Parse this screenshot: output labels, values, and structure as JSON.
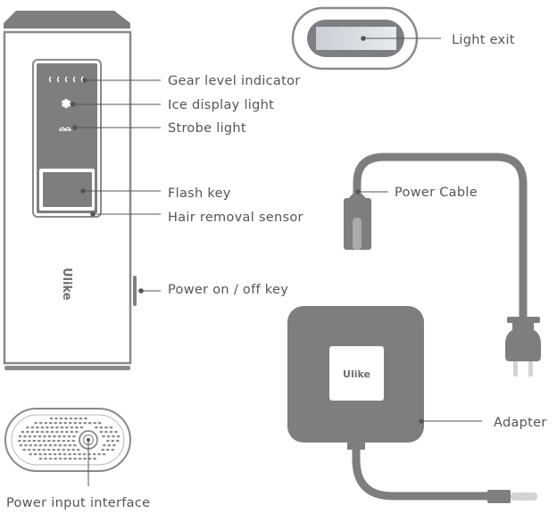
{
  "diagram": {
    "brand": "Ulike",
    "colors": {
      "body_dark": "#7d7e80",
      "outline": "#8a8a8a",
      "label_text": "#555555",
      "leader_line": "#555555",
      "prong": "#d3d3d3",
      "lens_light": "#d6dbe1"
    },
    "labels": {
      "gear_level_indicator": "Gear level indicator",
      "ice_display_light": "Ice display light",
      "strobe_light": "Strobe light",
      "flash_key": "Flash key",
      "hair_removal_sensor": "Hair removal sensor",
      "power_on_off_key": "Power on / off key",
      "power_input_interface": "Power input interface",
      "light_exit": "Light exit",
      "power_cable": "Power Cable",
      "adapter": "Adapter"
    },
    "icons": {
      "gear_level": "gear-level-dots-icon",
      "ice": "snowflake-icon",
      "strobe": "strobe-arc-icon"
    },
    "gear_levels": 5
  }
}
